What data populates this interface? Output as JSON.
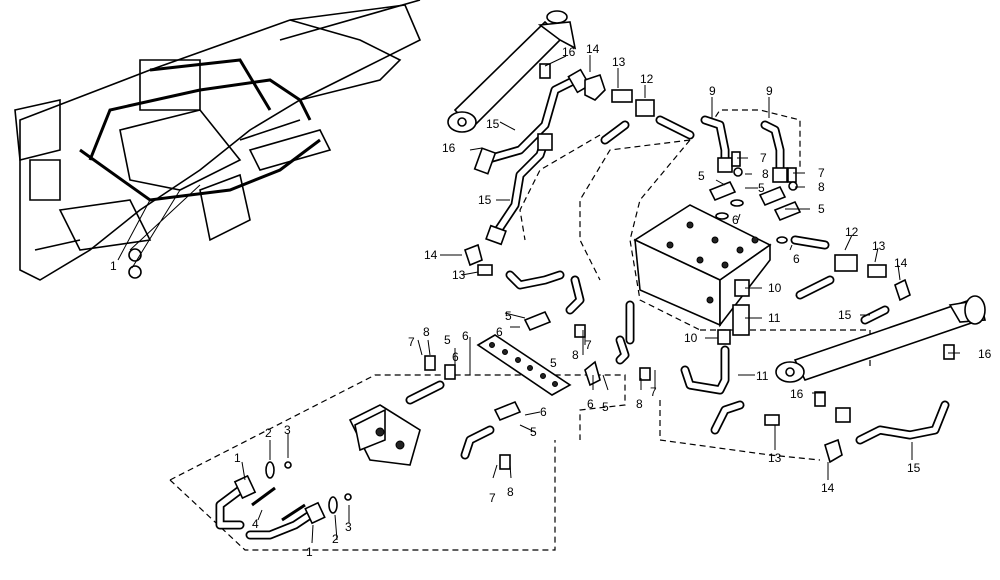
{
  "callouts": {
    "c1a": "1",
    "c1b": "1",
    "c1c": "1",
    "c2a": "2",
    "c2b": "2",
    "c3a": "3",
    "c3b": "3",
    "c4": "4",
    "c5a": "5",
    "c5b": "5",
    "c5c": "5",
    "c5d": "5",
    "c5e": "5",
    "c5f": "5",
    "c5g": "5",
    "c5h": "5",
    "c6a": "6",
    "c6b": "6",
    "c6c": "6",
    "c6d": "6",
    "c6e": "6",
    "c6f": "6",
    "c6g": "6",
    "c7a": "7",
    "c7b": "7",
    "c7c": "7",
    "c7d": "7",
    "c7e": "7",
    "c7f": "7",
    "c8a": "8",
    "c8b": "8",
    "c8c": "8",
    "c8d": "8",
    "c8e": "8",
    "c8f": "8",
    "c9a": "9",
    "c9b": "9",
    "c10a": "10",
    "c10b": "10",
    "c11a": "11",
    "c11b": "11",
    "c12a": "12",
    "c12b": "12",
    "c13a": "13",
    "c13b": "13",
    "c13c": "13",
    "c13d": "13",
    "c14a": "14",
    "c14b": "14",
    "c14c": "14",
    "c14d": "14",
    "c15a": "15",
    "c15b": "15",
    "c15c": "15",
    "c15d": "15",
    "c16a": "16",
    "c16b": "16",
    "c16c": "16",
    "c16d": "16"
  }
}
